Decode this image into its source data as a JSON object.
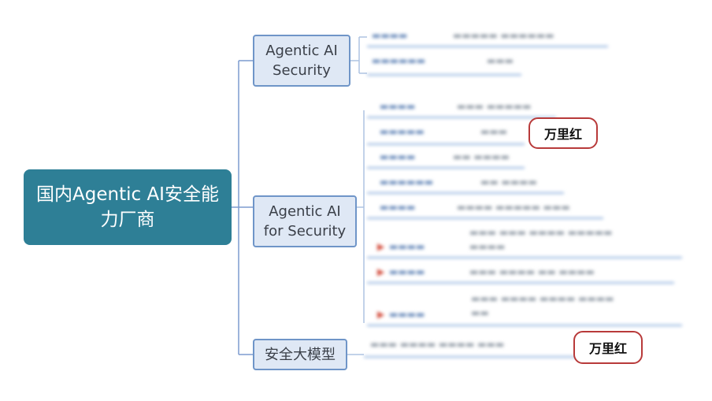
{
  "root": {
    "label": "国内Agentic AI安全能力厂商"
  },
  "branches": [
    {
      "label": "Agentic AI Security",
      "label_lines": [
        "Agentic AI",
        "Security"
      ]
    },
    {
      "label": "Agentic AI for Security",
      "label_lines": [
        "Agentic AI",
        "for Security"
      ]
    },
    {
      "label": "安全大模型",
      "label_lines": [
        "安全大模型"
      ]
    }
  ],
  "callouts": [
    {
      "text": "万里红"
    },
    {
      "text": "万里红"
    }
  ],
  "colors": {
    "root_fill": "#2e7f96",
    "node_fill": "#dfe8f5",
    "node_border": "#6f95c8",
    "connector": "#7d9ccf",
    "callout_border": "#b83a3a"
  }
}
